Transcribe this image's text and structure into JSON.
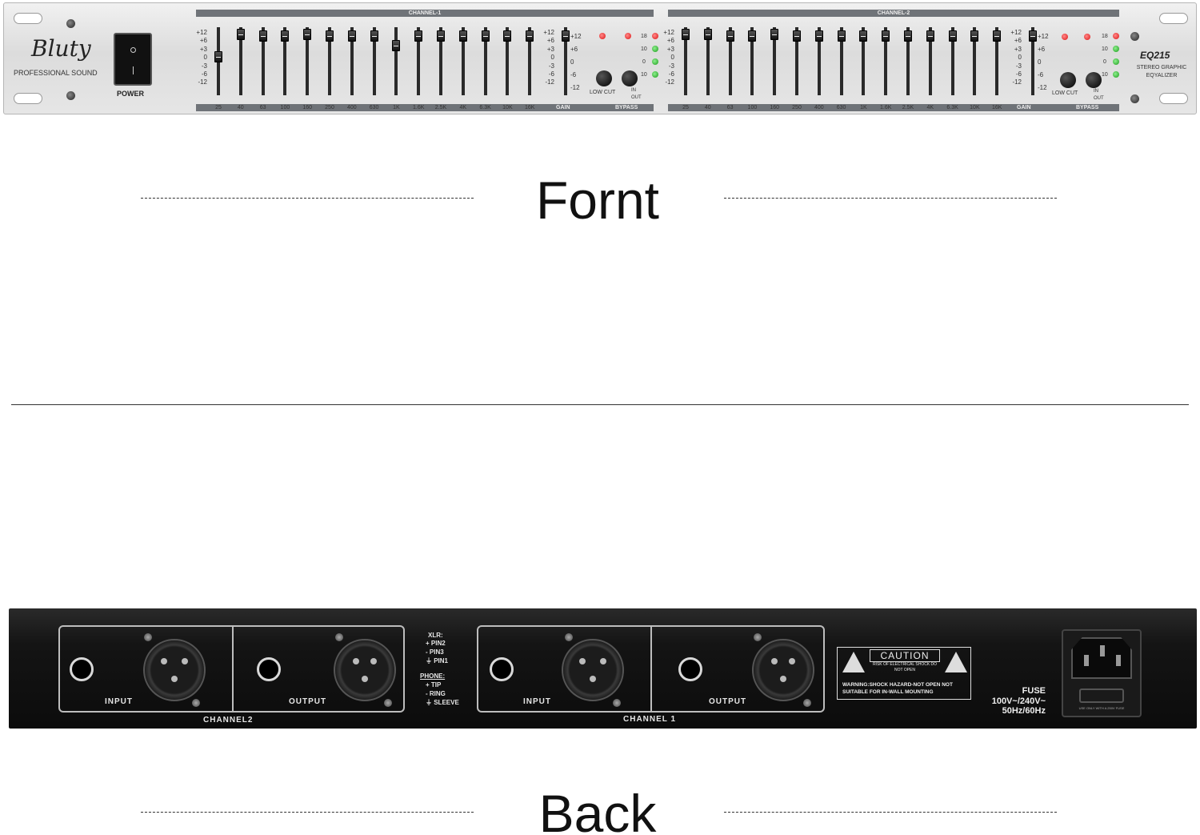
{
  "front": {
    "brand": "Bluty",
    "brand_sub": "PROFESSIONAL SOUND",
    "power_label": "POWER",
    "channel1_label": "CHANNEL-1",
    "channel2_label": "CHANNEL-2",
    "scale": [
      "+12",
      "+6",
      "+3",
      "0",
      "-3",
      "-6",
      "-12"
    ],
    "gain_scale": [
      "+12",
      "+6",
      "0",
      "-6",
      "-12"
    ],
    "frequencies": [
      "25",
      "40",
      "63",
      "100",
      "160",
      "250",
      "400",
      "630",
      "1K",
      "1.6K",
      "2.5K",
      "4K",
      "6.3K",
      "10K",
      "16K"
    ],
    "gain_label": "GAIN",
    "bypass_label": "BYPASS",
    "low_cut_label": "LOW CUT",
    "in_label": "IN",
    "out_label": "OUT",
    "meter_levels": [
      "18",
      "10",
      "0",
      "10"
    ],
    "model": "EQ215",
    "model_sub": "STEREO GRAPHIC EQYALIZER"
  },
  "labels": {
    "front_title": "Fornt",
    "back_title": "Back"
  },
  "back": {
    "input_label": "INPUT",
    "output_label": "OUTPUT",
    "channel2_label": "CHANNEL2",
    "channel1_label": "CHANNEL 1",
    "xlr_title": "XLR:",
    "xlr_pins": [
      "+ PIN2",
      "- PIN3",
      "⏚ PIN1"
    ],
    "phone_title": "PHONE:",
    "phone_pins": [
      "+ TIP",
      "- RING",
      "⏚ SLEEVE"
    ],
    "caution_title": "CAUTION",
    "caution_small": "RISK OF ELECTRICAL SHOCK DO NOT OPEN",
    "warning_text": "WARNING:SHOCK HAZARD-NOT OPEN NOT SUITABLE FOR IN-WALL MOUNTING",
    "fuse_label": "FUSE",
    "voltage": "100V~/240V~",
    "frequency": "50Hz/60Hz",
    "fuse_note": "USE ONLY WITH A 250V FUSE"
  }
}
